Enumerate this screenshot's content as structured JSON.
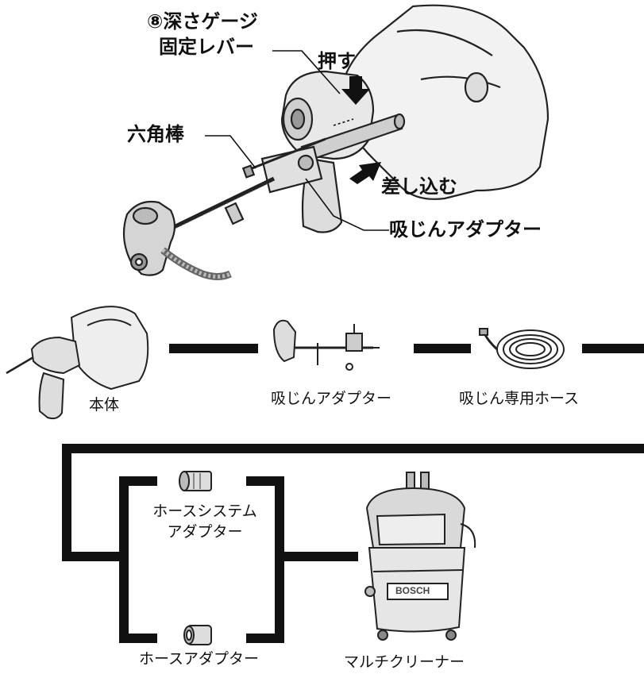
{
  "top_illustration": {
    "depth_gauge_lever_line1": "⑧深さゲージ",
    "depth_gauge_lever_line2": "固定レバー",
    "push": "押す",
    "hex_rod": "六角棒",
    "insert": "差し込む",
    "dust_adapter": "吸じんアダプター"
  },
  "chain_row": {
    "body": "本体",
    "dust_adapter": "吸じんアダプター",
    "dedicated_hose": "吸じん専用ホース"
  },
  "bottom_section": {
    "hose_system_adapter_line1": "ホースシステム",
    "hose_system_adapter_line2": "アダプター",
    "hose_adapter": "ホースアダプター",
    "multi_cleaner": "マルチクリーナー",
    "brand_mark": "BOSCH"
  }
}
